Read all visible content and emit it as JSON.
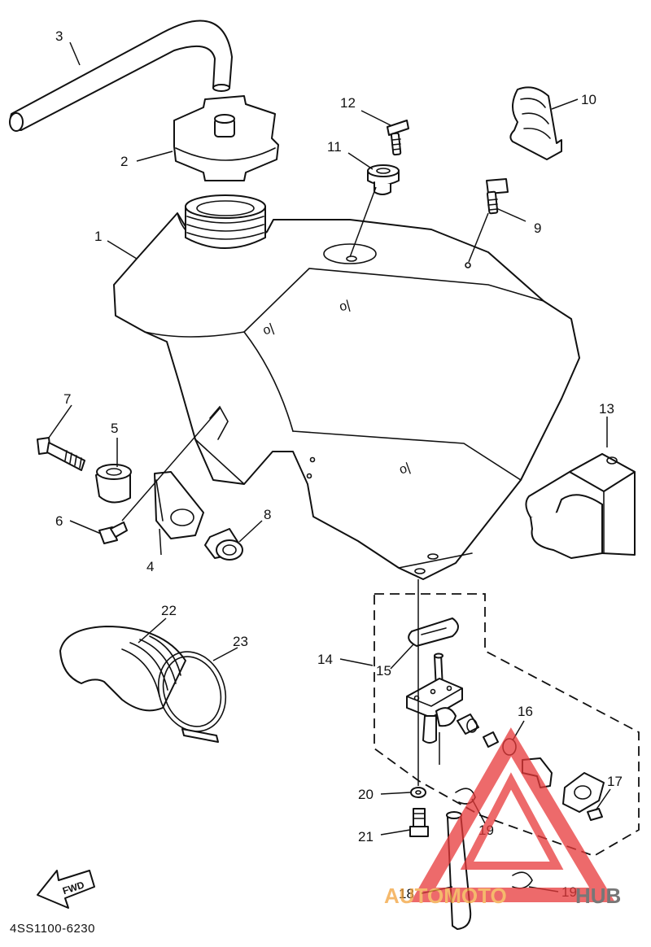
{
  "diagram_code": "4SS1100-6230",
  "fwd_label": "FWD",
  "watermark": {
    "part1": "AUTOMOTO",
    "part2": "HUB",
    "color_main": "#e8393a",
    "color_text": "#f2a23c",
    "color_hub": "#4a4a4a"
  },
  "callouts": {
    "c1": "1",
    "c2": "2",
    "c3": "3",
    "c4": "4",
    "c5": "5",
    "c6": "6",
    "c7": "7",
    "c8": "8",
    "c9": "9",
    "c10": "10",
    "c11": "11",
    "c12": "12",
    "c13": "13",
    "c14": "14",
    "c15": "15",
    "c16": "16",
    "c17": "17",
    "c18": "18",
    "c19a": "19",
    "c19b": "19",
    "c20": "20",
    "c21": "21",
    "c22": "22",
    "c23": "23"
  }
}
